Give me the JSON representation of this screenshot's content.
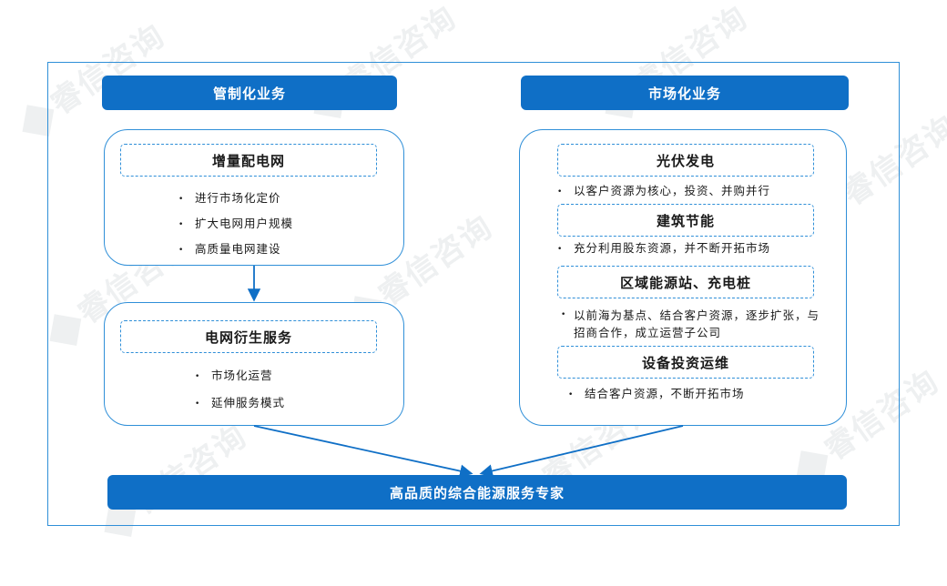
{
  "watermark_text": "睿信咨询",
  "left": {
    "header": "管制化业务",
    "box1": {
      "title": "增量配电网",
      "bullets": [
        "进行市场化定价",
        "扩大电网用户规模",
        "高质量电网建设"
      ]
    },
    "box2": {
      "title": "电网衍生服务",
      "bullets": [
        "市场化运营",
        "延伸服务模式"
      ]
    }
  },
  "right": {
    "header": "市场化业务",
    "items": [
      {
        "title": "光伏发电",
        "text": "以客户资源为核心，投资、并购并行"
      },
      {
        "title": "建筑节能",
        "text": "充分利用股东资源，并不断开拓市场"
      },
      {
        "title": "区域能源站、充电桩",
        "text": "以前海为基点、结合客户资源，逐步扩张，与招商合作，成立运营子公司"
      },
      {
        "title": "设备投资运维",
        "text": "结合客户资源，不断开拓市场"
      }
    ]
  },
  "bottom": "高品质的综合能源服务专家",
  "colors": {
    "accent": "#0f6fc6",
    "border": "#2f8fd8"
  }
}
